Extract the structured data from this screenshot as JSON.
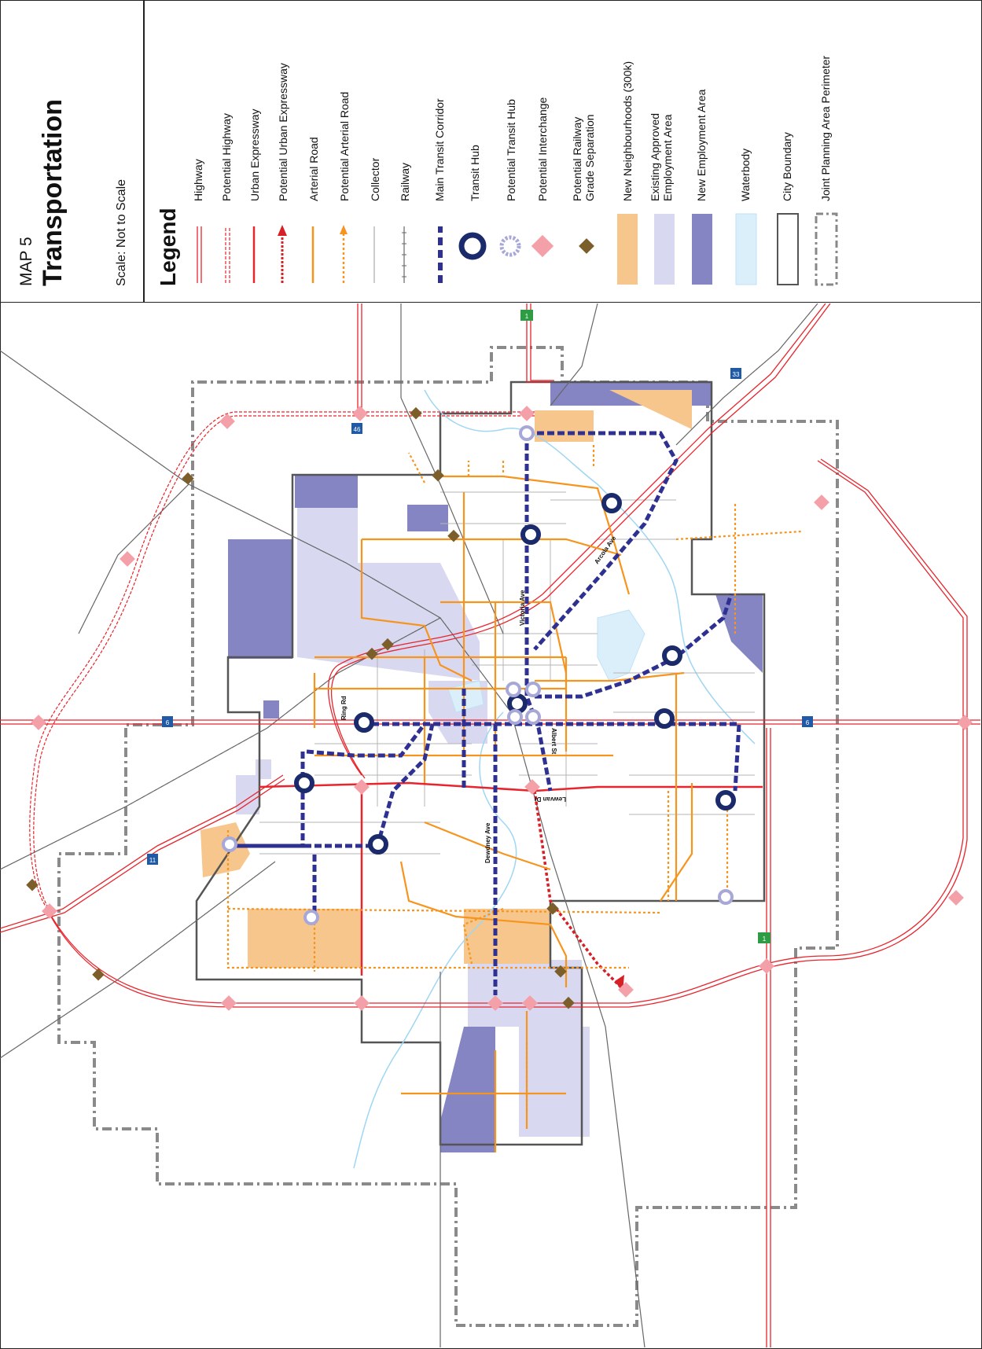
{
  "header": {
    "map_number": "MAP 5",
    "title": "Transportation",
    "scale": "Scale: Not to Scale"
  },
  "legend": {
    "heading": "Legend",
    "items": [
      {
        "label": "Highway",
        "symbol": "highway-line",
        "color": "#e8242c"
      },
      {
        "label": "Potential Highway",
        "symbol": "potential-highway-line",
        "color": "#e8242c"
      },
      {
        "label": "Urban Expressway",
        "symbol": "urban-expressway-line",
        "color": "#e8242c"
      },
      {
        "label": "Potential Urban Expressway",
        "symbol": "potential-urban-expressway-arrow",
        "color": "#d61f26"
      },
      {
        "label": "Arterial Road",
        "symbol": "arterial-road-line",
        "color": "#f7941d"
      },
      {
        "label": "Potential Arterial Road",
        "symbol": "potential-arterial-arrow",
        "color": "#f7941d"
      },
      {
        "label": "Collector",
        "symbol": "collector-line",
        "color": "#aaaaaa"
      },
      {
        "label": "Railway",
        "symbol": "railway-line",
        "color": "#666666"
      },
      {
        "label": "Main Transit Corridor",
        "symbol": "transit-corridor-line",
        "color": "#2e3192"
      },
      {
        "label": "Transit Hub",
        "symbol": "transit-hub-icon",
        "color": "#1b2a6b"
      },
      {
        "label": "Potential Transit Hub",
        "symbol": "potential-transit-hub-icon",
        "color": "#a8a8d8"
      },
      {
        "label": "Potential Interchange",
        "symbol": "interchange-diamond-icon",
        "color": "#f4a0a8"
      },
      {
        "label": "Potential Railway Grade Separation",
        "symbol": "grade-separation-diamond-icon",
        "color": "#7b5e2a"
      },
      {
        "label": "New Neighbourhoods (300k)",
        "symbol": "new-neighbourhoods-swatch",
        "color": "#f6c68c"
      },
      {
        "label": "Existing Approved Employment Area",
        "symbol": "existing-employment-swatch",
        "color": "#d8d8f0"
      },
      {
        "label": "New Employment Area",
        "symbol": "new-employment-swatch",
        "color": "#8585c4"
      },
      {
        "label": "Waterbody",
        "symbol": "waterbody-swatch",
        "color": "#dbeffb"
      },
      {
        "label": "City Boundary",
        "symbol": "city-boundary-swatch",
        "color": "#555555"
      },
      {
        "label": "Joint Planning Area Perimeter",
        "symbol": "jpa-perimeter-swatch",
        "color": "#888888"
      }
    ]
  },
  "map": {
    "street_labels": [
      "Victoria Ave",
      "Arcola Ave",
      "Ring Rd",
      "Albert St",
      "Lewvan Dr",
      "Dewdney Ave"
    ],
    "highway_shields": [
      "46",
      "33",
      "6",
      "6",
      "11"
    ],
    "provincial_shields": [
      "1",
      "1"
    ]
  }
}
